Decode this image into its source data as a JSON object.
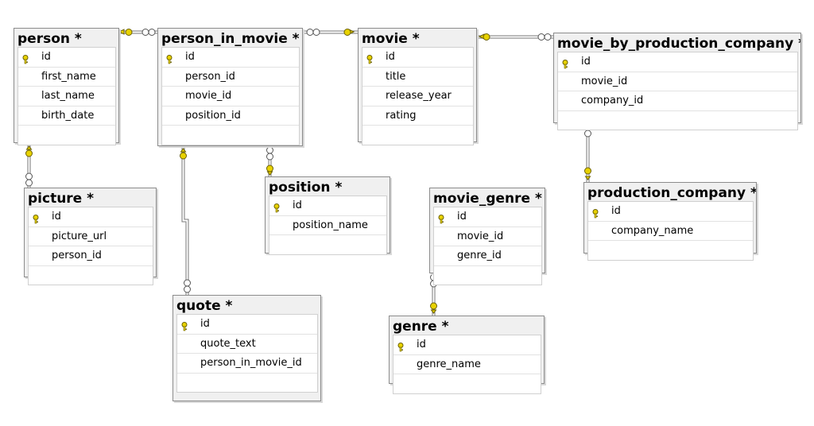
{
  "tables": {
    "person": {
      "title": "person *",
      "columns": [
        {
          "name": "id",
          "pk": true
        },
        {
          "name": "first_name"
        },
        {
          "name": "last_name"
        },
        {
          "name": "birth_date"
        }
      ]
    },
    "person_in_movie": {
      "title": "person_in_movie *",
      "columns": [
        {
          "name": "id",
          "pk": true
        },
        {
          "name": "person_id"
        },
        {
          "name": "movie_id"
        },
        {
          "name": "position_id"
        }
      ]
    },
    "movie": {
      "title": "movie *",
      "columns": [
        {
          "name": "id",
          "pk": true
        },
        {
          "name": "title"
        },
        {
          "name": "release_year"
        },
        {
          "name": "rating"
        }
      ]
    },
    "movie_by_production_company": {
      "title": "movie_by_production_company *",
      "columns": [
        {
          "name": "id",
          "pk": true
        },
        {
          "name": "movie_id"
        },
        {
          "name": "company_id"
        }
      ]
    },
    "picture": {
      "title": "picture *",
      "columns": [
        {
          "name": "id",
          "pk": true
        },
        {
          "name": "picture_url"
        },
        {
          "name": "person_id"
        }
      ]
    },
    "position": {
      "title": "position *",
      "columns": [
        {
          "name": "id",
          "pk": true
        },
        {
          "name": "position_name"
        }
      ]
    },
    "movie_genre": {
      "title": "movie_genre *",
      "columns": [
        {
          "name": "id",
          "pk": true
        },
        {
          "name": "movie_id"
        },
        {
          "name": "genre_id"
        }
      ]
    },
    "production_company": {
      "title": "production_company *",
      "columns": [
        {
          "name": "id",
          "pk": true
        },
        {
          "name": "company_name"
        }
      ]
    },
    "quote": {
      "title": "quote *",
      "columns": [
        {
          "name": "id",
          "pk": true
        },
        {
          "name": "quote_text"
        },
        {
          "name": "person_in_movie_id"
        }
      ]
    },
    "genre": {
      "title": "genre *",
      "columns": [
        {
          "name": "id",
          "pk": true
        },
        {
          "name": "genre_name"
        }
      ]
    }
  },
  "colors": {
    "key": "#e8d200",
    "line": "#777777",
    "border": "#8c8c8c"
  },
  "icons": {
    "primary_key": "key-icon",
    "relationship_one": "key-icon",
    "relationship_many": "infinity-icon"
  }
}
